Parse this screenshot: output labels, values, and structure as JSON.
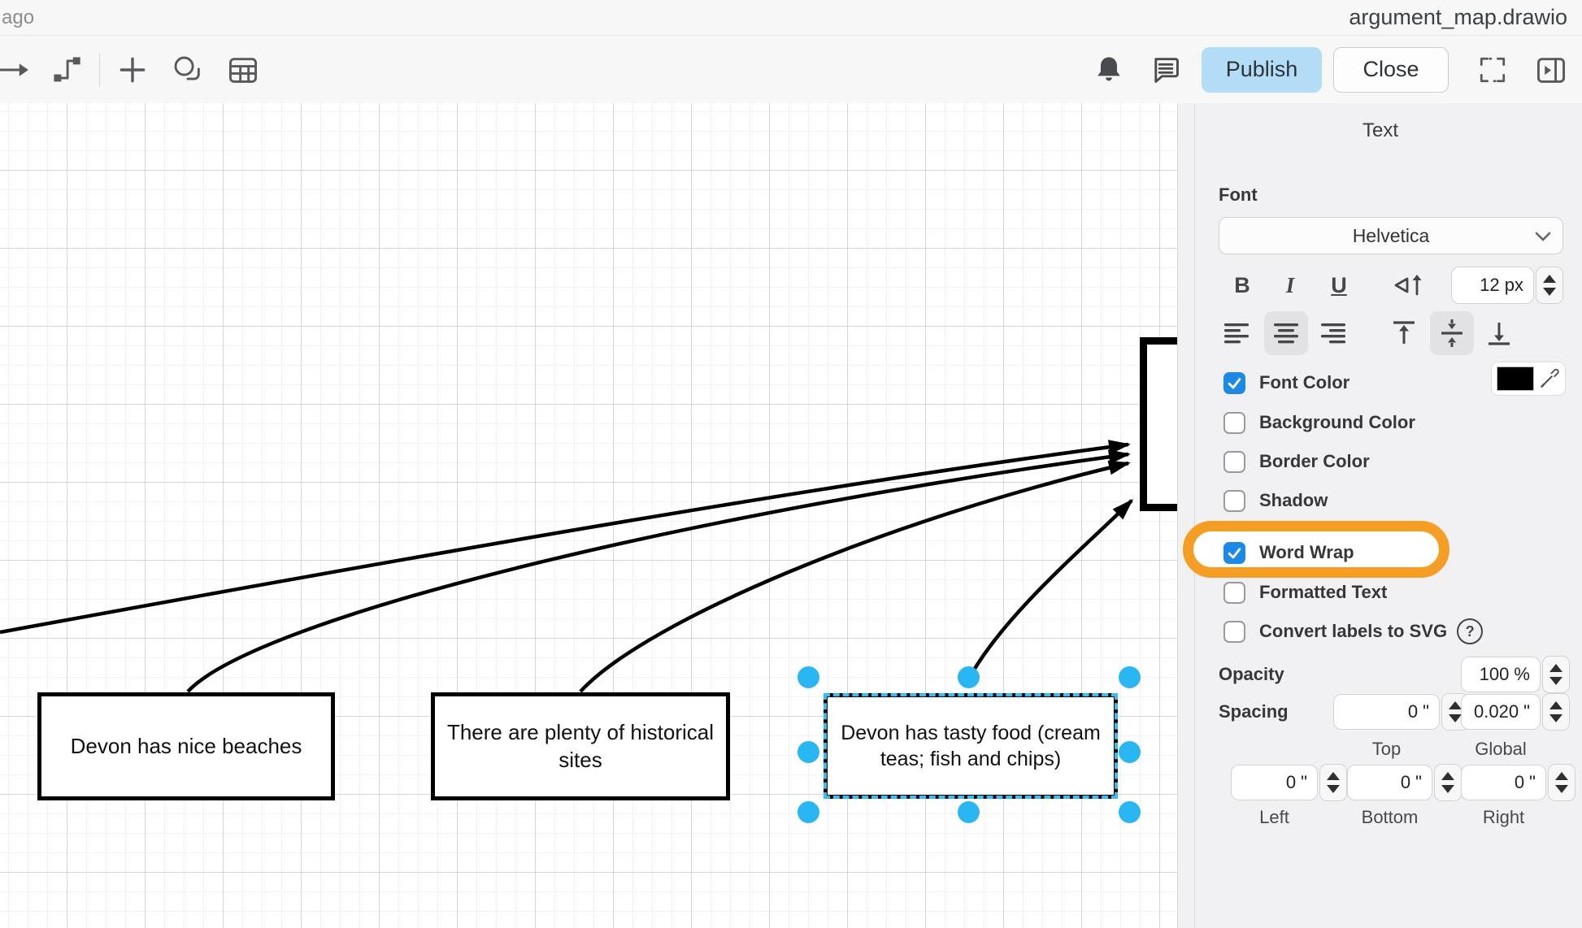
{
  "titlebar": {
    "saved_status": "ago",
    "title": "argument_map.drawio"
  },
  "toolbar": {
    "publish_label": "Publish",
    "close_label": "Close",
    "icons_left": [
      "arrow-icon",
      "elbow-connector-icon",
      "plus-icon",
      "shapes-icon",
      "table-icon"
    ],
    "icons_right": [
      "bell-icon",
      "comment-icon",
      "fullscreen-icon",
      "format-panel-toggle-icon"
    ]
  },
  "panel": {
    "title": "Text",
    "font_section_label": "Font",
    "font_family": "Helvetica",
    "bold_label": "B",
    "italic_label": "I",
    "underline_label": "U",
    "font_size_value": "12 px",
    "help_glyph": "?",
    "checkboxes": [
      {
        "label": "Font Color",
        "checked": true,
        "has_swatch": true,
        "swatch_color": "#000000"
      },
      {
        "label": "Background Color",
        "checked": false
      },
      {
        "label": "Border Color",
        "checked": false
      },
      {
        "label": "Shadow",
        "checked": false
      },
      {
        "label": "Word Wrap",
        "checked": true,
        "highlighted": true
      },
      {
        "label": "Formatted Text",
        "checked": false
      },
      {
        "label": "Convert labels to SVG",
        "checked": false,
        "has_help": true
      }
    ],
    "opacity": {
      "label": "Opacity",
      "value": "100 %"
    },
    "spacing": {
      "label": "Spacing",
      "fields": [
        {
          "value": "0 \"",
          "label": "Top"
        },
        {
          "value": "0.020 \"",
          "label": "Global"
        },
        {
          "value": "0 \"",
          "label": "Left"
        },
        {
          "value": "0 \"",
          "label": "Bottom"
        },
        {
          "value": "0 \"",
          "label": "Right"
        }
      ]
    }
  },
  "canvas": {
    "nodes": [
      {
        "label": "Devon has nice beaches"
      },
      {
        "label": "There are plenty of historical sites"
      },
      {
        "label": "Devon has tasty food (cream teas; fish and chips)",
        "selected": true
      },
      {
        "label": ""
      }
    ],
    "edges": [
      {
        "from": "offscreen-left",
        "to": "conclusion"
      },
      {
        "from": "node-0",
        "to": "conclusion"
      },
      {
        "from": "node-1",
        "to": "conclusion"
      },
      {
        "from": "node-2",
        "to": "conclusion"
      }
    ]
  },
  "colors": {
    "publish_bg": "#B3DDF6",
    "checkbox_blue": "#1E88E5",
    "highlight_orange": "#F59E25",
    "handle_blue": "#29B6F2",
    "selection_blue": "#35BDF6"
  }
}
